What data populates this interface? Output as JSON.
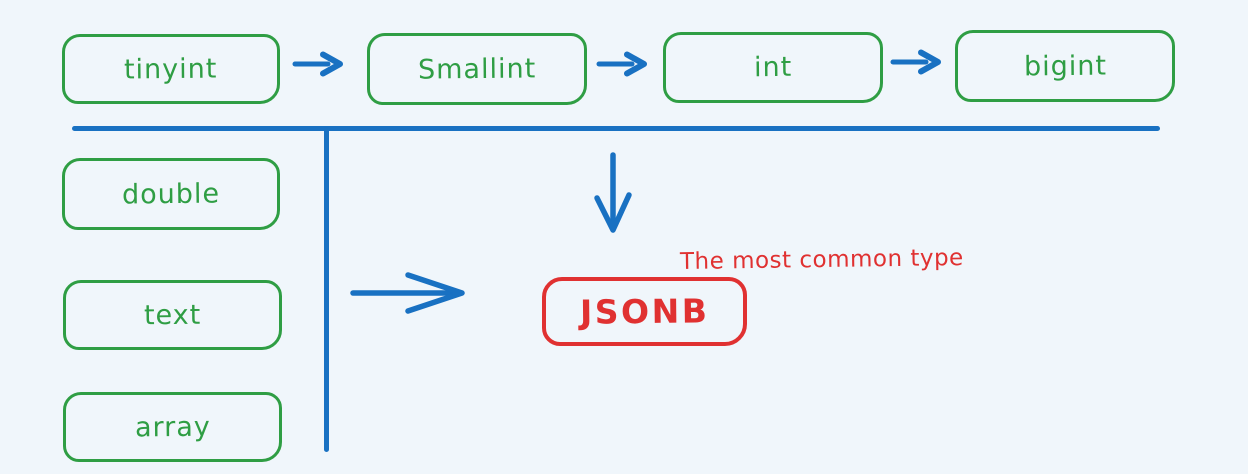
{
  "diagram": {
    "background": "#f0f6fb",
    "colors": {
      "green": "#2f9e44",
      "blue": "#1971c2",
      "red": "#e03131"
    },
    "progression_row": {
      "nodes": [
        {
          "label": "tinyint"
        },
        {
          "label": "Smallint"
        },
        {
          "label": "int"
        },
        {
          "label": "bigint"
        }
      ]
    },
    "other_types_column": {
      "nodes": [
        {
          "label": "double"
        },
        {
          "label": "text"
        },
        {
          "label": "array"
        }
      ]
    },
    "highlight": {
      "label": "JSONB",
      "annotation": "The most common type"
    }
  }
}
